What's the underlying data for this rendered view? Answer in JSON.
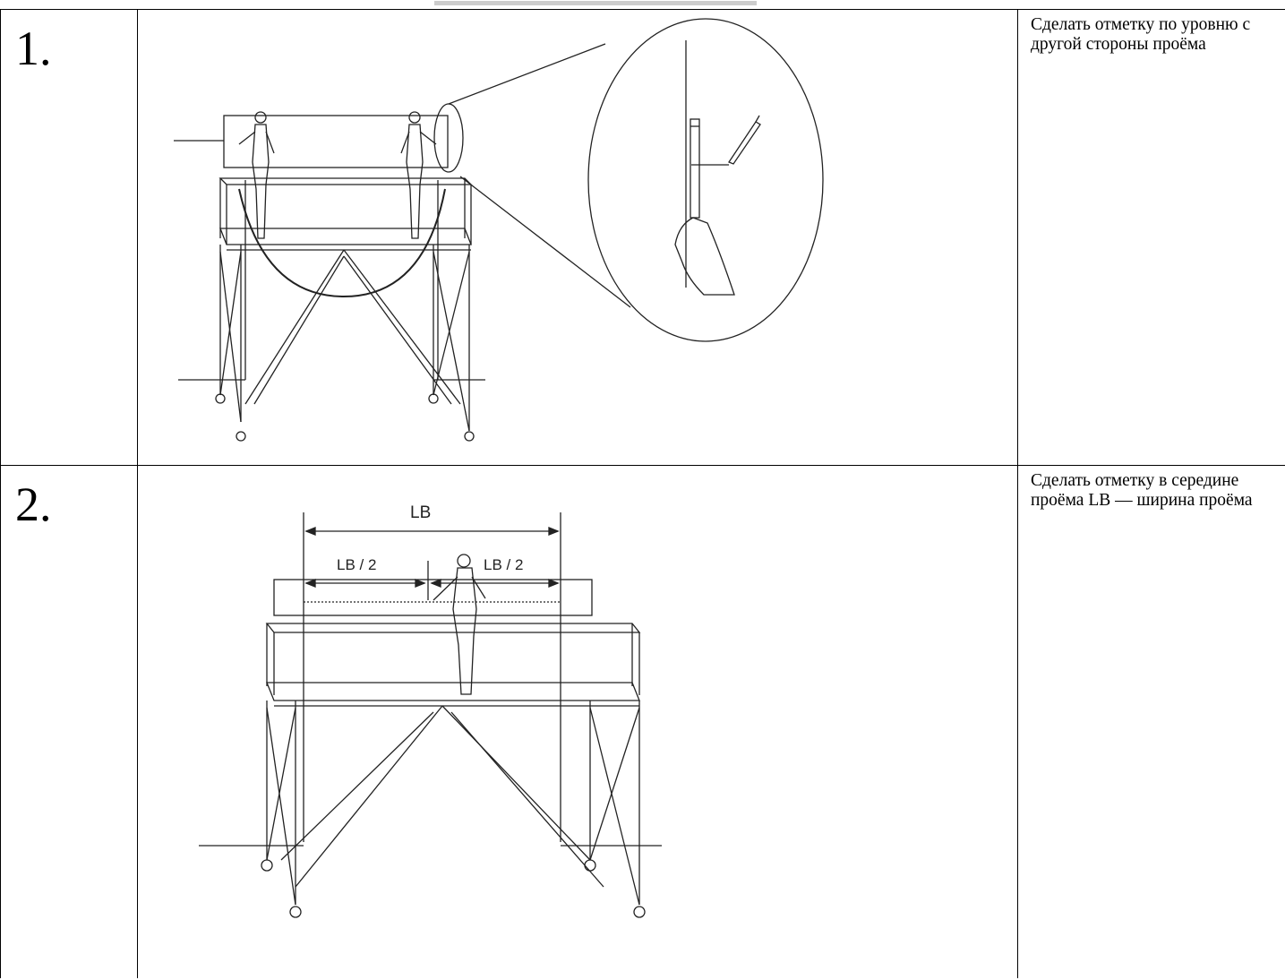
{
  "steps": [
    {
      "number": "1.",
      "text": "Сделать отметку по уровню с другой стороны проёма",
      "figure": {}
    },
    {
      "number": "2.",
      "text": "Сделать отметку в середине проёма LB — ширина проёма",
      "figure": {
        "dimension_total": "LB",
        "dimension_left_half": "LB / 2",
        "dimension_right_half": "LB / 2"
      }
    }
  ]
}
